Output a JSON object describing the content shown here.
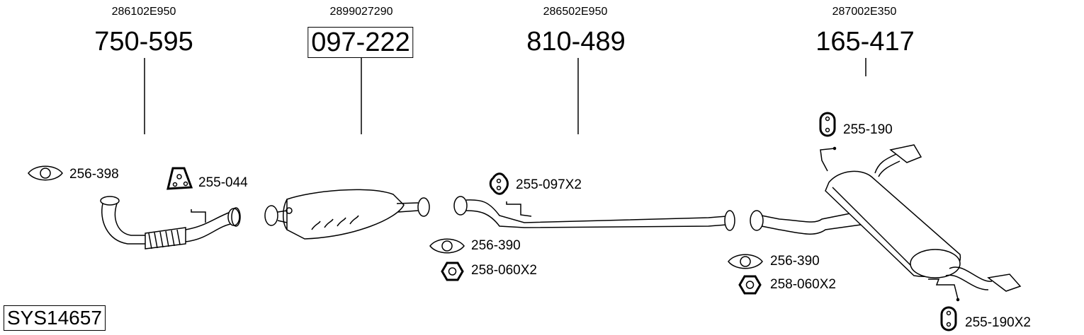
{
  "parts": [
    {
      "oem": "286102E950",
      "number": "750-595",
      "boxed": false
    },
    {
      "oem": "2899027290",
      "number": "097-222",
      "boxed": true
    },
    {
      "oem": "286502E950",
      "number": "810-489",
      "boxed": false
    },
    {
      "oem": "287002E350",
      "number": "165-417",
      "boxed": false
    }
  ],
  "accessories": [
    {
      "label": "256-398",
      "icon": "gasket-icon"
    },
    {
      "label": "255-044",
      "icon": "rubber-mount-icon"
    },
    {
      "label": "255-097X2",
      "icon": "rubber-hanger-icon"
    },
    {
      "label": "256-390",
      "icon": "gasket-icon"
    },
    {
      "label": "258-060X2",
      "icon": "hex-nut-icon"
    },
    {
      "label": "256-390",
      "icon": "gasket-icon"
    },
    {
      "label": "258-060X2",
      "icon": "hex-nut-icon"
    },
    {
      "label": "255-190",
      "icon": "rubber-hanger-icon"
    },
    {
      "label": "255-190X2",
      "icon": "rubber-hanger-icon"
    }
  ],
  "system_id": "SYS14657"
}
